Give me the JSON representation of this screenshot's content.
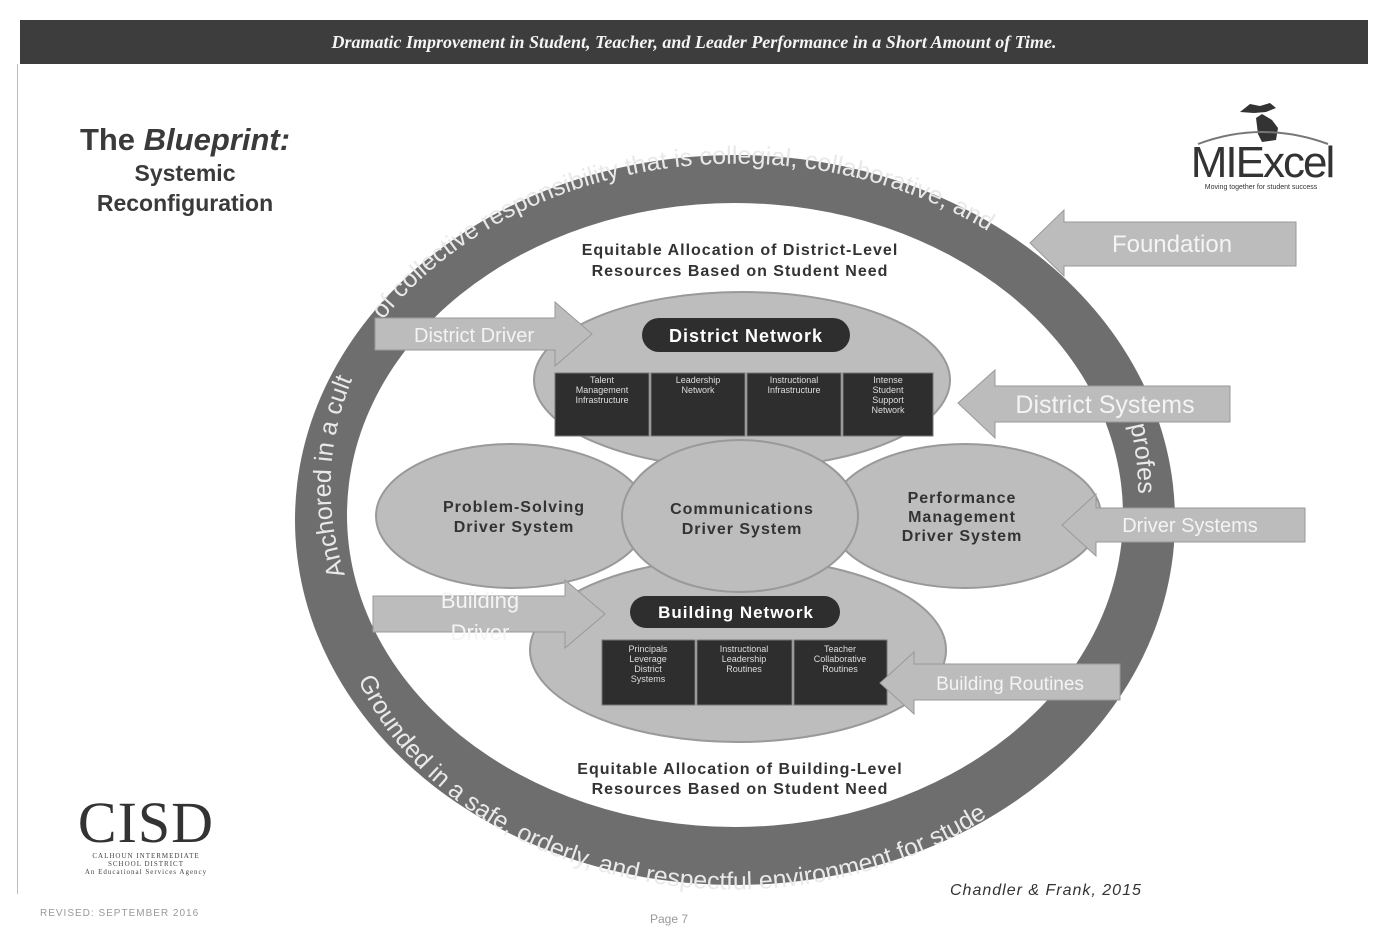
{
  "banner": "Dramatic Improvement in Student, Teacher, and Leader Performance in a Short Amount of Time.",
  "title": {
    "line1": "The ",
    "line1_italic": "Blueprint:",
    "line2": "Systemic",
    "line3": "Reconfiguration"
  },
  "logo_mi": {
    "name": "MIExcel",
    "tagline": "Moving together for student success"
  },
  "logo_cisd": {
    "name": "CISD",
    "sub1": "CALHOUN INTERMEDIATE",
    "sub2": "SCHOOL DISTRICT",
    "sub3": "An Educational Services Agency"
  },
  "ring": {
    "top": "of collective responsibility that is collegial, collaborative, and",
    "left": "Anchored in a cult",
    "right": "professio",
    "bottom": "Grounded in a safe, orderly, and respectful environment for stude"
  },
  "district_alloc": {
    "line1": "Equitable Allocation of District-Level",
    "line2": "Resources Based on Student Need"
  },
  "building_alloc": {
    "line1": "Equitable Allocation of Building-Level",
    "line2": "Resources Based on Student Need"
  },
  "district_network": {
    "label": "District Network",
    "boxes": [
      {
        "l1": "Talent",
        "l2": "Management",
        "l3": "Infrastructure",
        "l4": ""
      },
      {
        "l1": "Leadership",
        "l2": "Network",
        "l3": "",
        "l4": ""
      },
      {
        "l1": "Instructional",
        "l2": "Infrastructure",
        "l3": "",
        "l4": ""
      },
      {
        "l1": "Intense",
        "l2": "Student",
        "l3": "Support",
        "l4": "Network"
      }
    ]
  },
  "building_network": {
    "label": "Building Network",
    "boxes": [
      {
        "l1": "Principals",
        "l2": "Leverage",
        "l3": "District",
        "l4": "Systems"
      },
      {
        "l1": "Instructional",
        "l2": "Leadership",
        "l3": "Routines",
        "l4": ""
      },
      {
        "l1": "Teacher",
        "l2": "Collaborative",
        "l3": "Routines",
        "l4": ""
      }
    ]
  },
  "drivers": {
    "problem": {
      "l1": "Problem-Solving",
      "l2": "Driver System"
    },
    "comms": {
      "l1": "Communications",
      "l2": "Driver System"
    },
    "perf": {
      "l1": "Performance",
      "l2": "Management",
      "l3": "Driver System"
    }
  },
  "arrows": {
    "foundation": "Foundation",
    "district_driver": "District Driver",
    "district_systems": "District Systems",
    "driver_systems": "Driver Systems",
    "building_driver_1": "Building",
    "building_driver_2": "Driver",
    "building_routines": "Building Routines"
  },
  "credit": "Chandler & Frank, 2015",
  "revised": "REVISED: SEPTEMBER 2016",
  "page": "Page 7",
  "colors": {
    "ring": "#6e6e6e",
    "ellipse": "#bdbdbd",
    "pill": "#2e2e2e",
    "box": "#2e2e2e",
    "arrow": "#bcbcbc",
    "banner": "#3d3d3d"
  }
}
